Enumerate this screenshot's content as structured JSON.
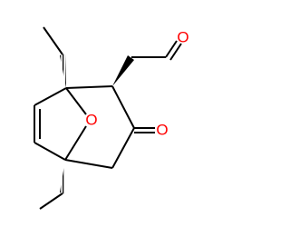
{
  "colors": {
    "bond": "#000000",
    "oxygen": "#ff0000",
    "background": "#ffffff"
  },
  "atom_labels": {
    "aldehyde_oxygen": "O",
    "ketone_oxygen": "O",
    "bridge_oxygen": "O"
  }
}
